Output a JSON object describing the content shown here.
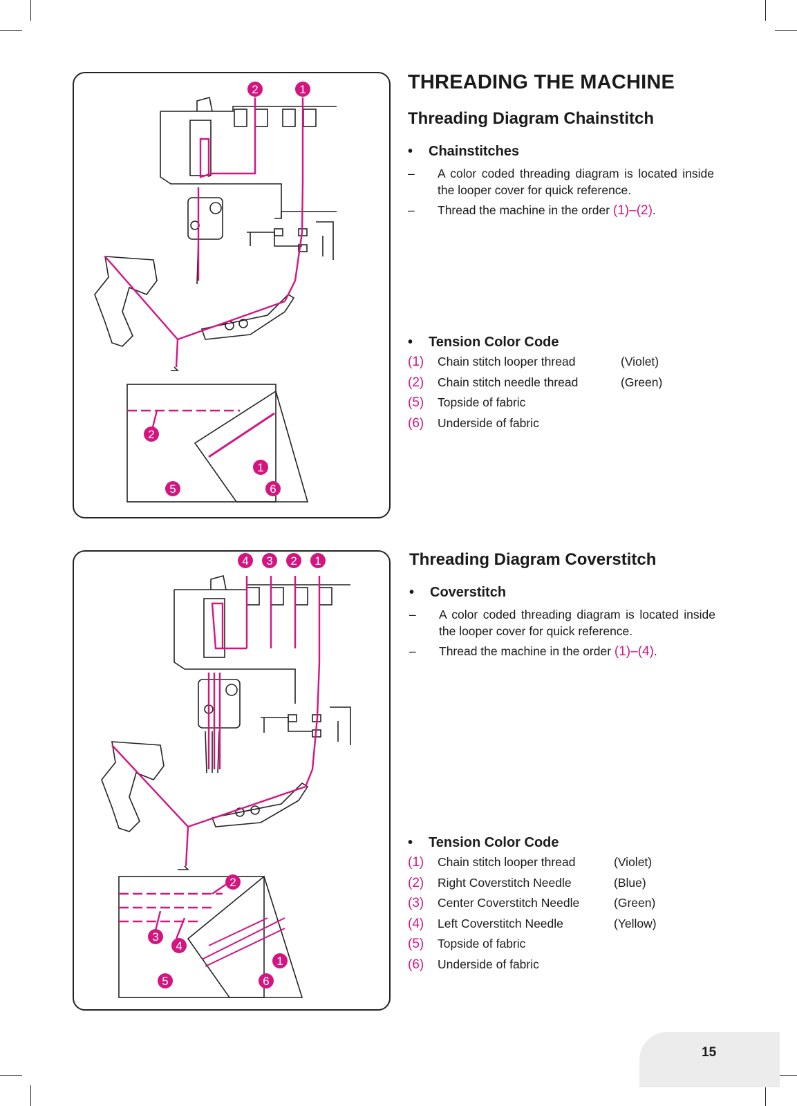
{
  "page": {
    "main_title": "THREADING THE MACHINE",
    "page_number": "15"
  },
  "chainstitch": {
    "title": "Threading Diagram Chainstitch",
    "bullet_heading": "Chainstitches",
    "dash_items": [
      {
        "text": "A color coded threading diagram is located inside the looper cover for quick reference."
      },
      {
        "text_before": "Thread the machine in the order ",
        "order": "(1)–(2)",
        "text_after": "."
      }
    ],
    "tension_heading": "Tension Color Code",
    "codes": [
      {
        "num": "(1)",
        "label": "Chain stitch looper thread",
        "color": "(Violet)"
      },
      {
        "num": "(2)",
        "label": "Chain stitch needle thread",
        "color": "(Green)"
      },
      {
        "num": "(5)",
        "label": "Topside of fabric",
        "color": ""
      },
      {
        "num": "(6)",
        "label": "Underside of fabric",
        "color": ""
      }
    ],
    "diagram_markers": [
      "2",
      "1",
      "2",
      "1",
      "5",
      "6"
    ]
  },
  "coverstitch": {
    "title": "Threading Diagram Coverstitch",
    "bullet_heading": "Coverstitch",
    "dash_items": [
      {
        "text": "A color coded threading diagram is located inside the looper cover for quick reference."
      },
      {
        "text_before": "Thread the machine in the order ",
        "order": "(1)–(4)",
        "text_after": "."
      }
    ],
    "tension_heading": "Tension Color Code",
    "codes": [
      {
        "num": "(1)",
        "label": "Chain stitch looper thread",
        "color": "(Violet)"
      },
      {
        "num": "(2)",
        "label": "Right Coverstitch Needle",
        "color": "(Blue)"
      },
      {
        "num": "(3)",
        "label": "Center Coverstitch Needle",
        "color": "(Green)"
      },
      {
        "num": "(4)",
        "label": "Left Coverstitch Needle",
        "color": "(Yellow)"
      },
      {
        "num": "(5)",
        "label": "Topside of fabric",
        "color": ""
      },
      {
        "num": "(6)",
        "label": "Underside of fabric",
        "color": ""
      }
    ],
    "diagram_markers": [
      "4",
      "3",
      "2",
      "1",
      "2",
      "3",
      "4",
      "1",
      "5",
      "6"
    ]
  },
  "colors": {
    "accent": "#d4157f",
    "ink": "#1a1a1a",
    "tab": "#ececec"
  }
}
